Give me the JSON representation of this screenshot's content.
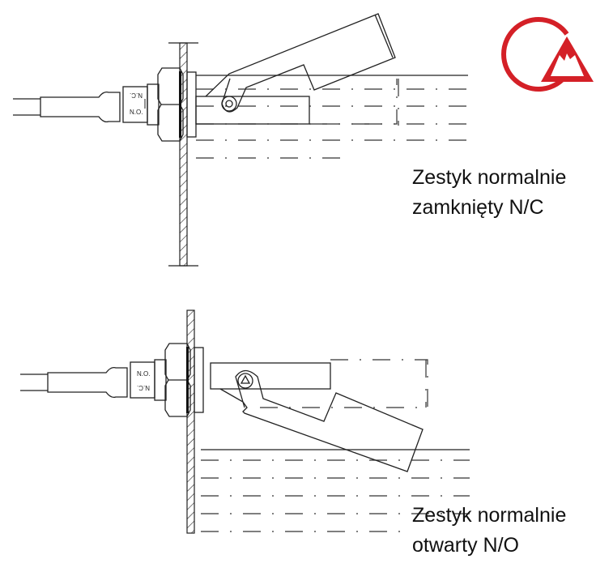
{
  "top": {
    "caption_line1": "Zestyk normalnie",
    "caption_line2": "zamknięty N/C",
    "label_upper": "N.C.",
    "label_lower": "N.O."
  },
  "bottom": {
    "caption_line1": "Zestyk normalnie",
    "caption_line2": "otwarty N/O",
    "label_upper": "N.O.",
    "label_lower": "N.C."
  },
  "colors": {
    "logo": "#d42027",
    "line": "#222222"
  }
}
